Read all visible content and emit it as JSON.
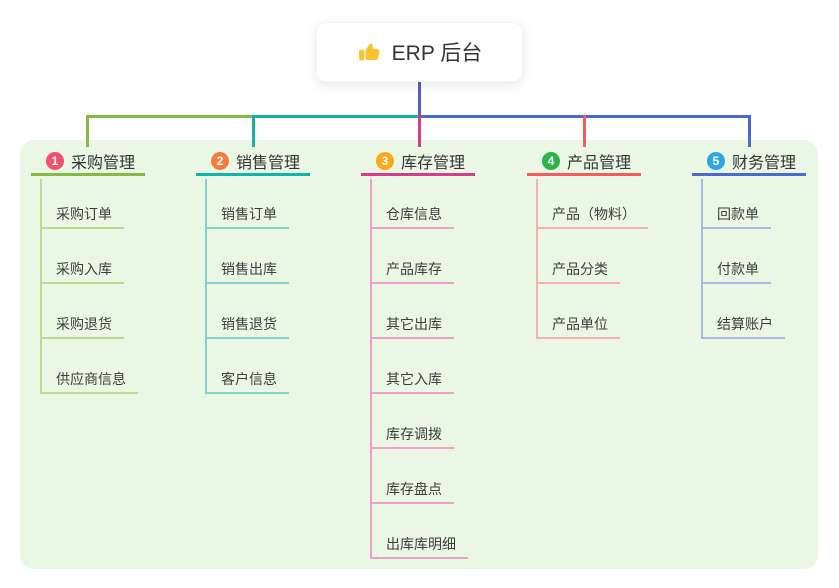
{
  "root": {
    "label": "ERP 后台",
    "icon": "thumbs-up-icon"
  },
  "colors": {
    "canvas_bg": "#ffffff",
    "panel_bg": "#ebf7e5",
    "root_connector": "#5560c5",
    "title_text": "#333333",
    "child_text": "#3d3d3d",
    "thumb_yellow": "#f9c22e"
  },
  "branches": [
    {
      "num": "1",
      "label": "采购管理",
      "badge_color": "#f0516d",
      "accent_color": "#84b946",
      "pale_color": "#b9dc92",
      "children": [
        "采购订单",
        "采购入库",
        "采购退货",
        "供应商信息"
      ]
    },
    {
      "num": "2",
      "label": "销售管理",
      "badge_color": "#f57d3e",
      "accent_color": "#13b2aa",
      "pale_color": "#82d5cf",
      "children": [
        "销售订单",
        "销售出库",
        "销售退货",
        "客户信息"
      ]
    },
    {
      "num": "3",
      "label": "库存管理",
      "badge_color": "#fbab19",
      "accent_color": "#d83a8e",
      "pale_color": "#ee9fca",
      "children": [
        "仓库信息",
        "产品库存",
        "其它出库",
        "其它入库",
        "库存调拨",
        "库存盘点",
        "出库库明细"
      ]
    },
    {
      "num": "4",
      "label": "产品管理",
      "badge_color": "#2ab44a",
      "accent_color": "#f25c5c",
      "pale_color": "#f8b0ae",
      "children": [
        "产品（物料）",
        "产品分类",
        "产品单位"
      ]
    },
    {
      "num": "5",
      "label": "财务管理",
      "badge_color": "#2ea7e0",
      "accent_color": "#4a69d2",
      "pale_color": "#a6b9e9",
      "children": [
        "回款单",
        "付款单",
        "结算账户"
      ]
    }
  ]
}
